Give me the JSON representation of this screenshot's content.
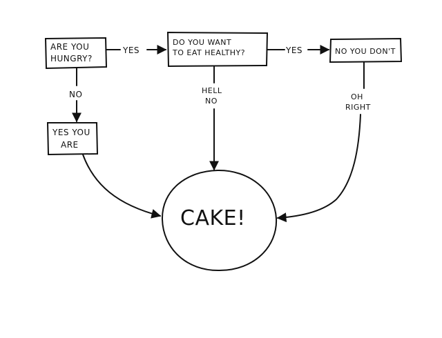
{
  "nodes": {
    "hungry": {
      "line1": "ARE YOU",
      "line2": "HUNGRY?"
    },
    "healthy": {
      "line1": "DO YOU WANT",
      "line2": "TO EAT HEALTHY?"
    },
    "no_you_dont": {
      "line1": "NO YOU DON'T"
    },
    "yes_you_are": {
      "line1": "YES YOU",
      "line2": "ARE"
    },
    "cake": {
      "label": "CAKE!"
    }
  },
  "edges": {
    "hungry_yes": "YES",
    "healthy_yes": "YES",
    "hungry_no": "NO",
    "healthy_no": {
      "line1": "HELL",
      "line2": "NO"
    },
    "oh_right": {
      "line1": "OH",
      "line2": "RIGHT"
    }
  }
}
